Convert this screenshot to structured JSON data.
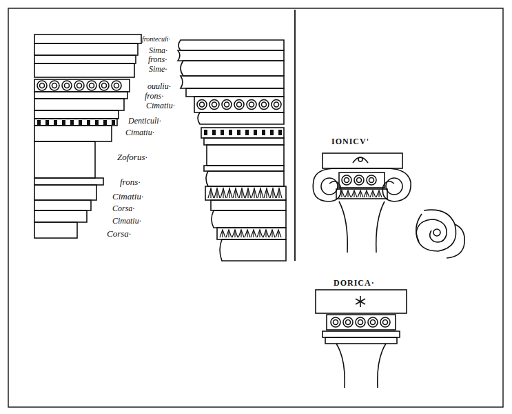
{
  "diagram": {
    "labels": [
      "fronteculi·",
      "Sima·",
      "frons·",
      "Sime·",
      "ouuliu·",
      "frons·",
      "Cimatiu·",
      "Denticuli·",
      "Cimatiu·",
      "Zoforus·",
      "frons·",
      "Cimatiu·",
      "Corsa·",
      "Cimatiu·",
      "Corsa·",
      "IONICV'",
      "DORICA·"
    ]
  }
}
